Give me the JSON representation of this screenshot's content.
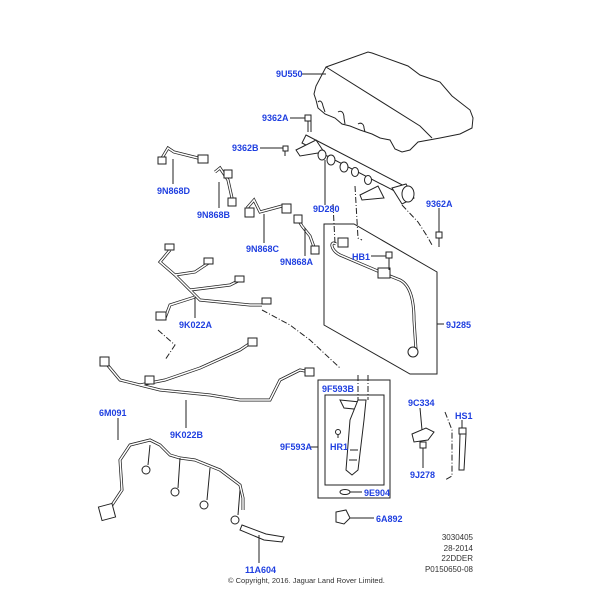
{
  "diagram": {
    "title": "Fuel injection components exploded view",
    "label_color": "#1f3fe0",
    "callouts": {
      "cover": "9U550",
      "bolt_a_top": "9362A",
      "bolt_b": "9362B",
      "pipe_d": "9N868D",
      "pipe_b": "9N868B",
      "pipe_c": "9N868C",
      "pipe_a": "9N868A",
      "fuel_rail": "9D280",
      "bolt_a_right": "9362A",
      "bracket_bolt": "HB1",
      "supply_pipe": "9J285",
      "leakoff_a": "9K022A",
      "leakoff_b": "9K022B",
      "harness": "6M091",
      "injector_kit_b": "9F593B",
      "injector_kit_a": "9F593A",
      "injector_bolt": "HR1",
      "seal_washer": "9E904",
      "nut": "6A892",
      "clamp": "9C334",
      "clamp_bolt": "9J278",
      "stud": "HS1",
      "glow_plug": "11A604"
    },
    "reference": {
      "line1": "3030405",
      "line2": "28-2014",
      "line3": "22DDER",
      "line4": "P0150650-08"
    },
    "copyright": "© Copyright, 2016. Jaguar Land Rover Limited."
  }
}
